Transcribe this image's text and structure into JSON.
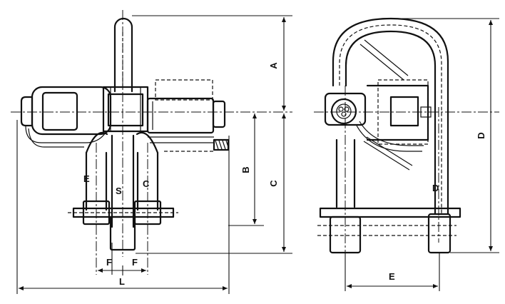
{
  "front_view": {
    "port_labels": {
      "e": "E",
      "s": "S",
      "c": "C"
    },
    "dimension_labels": {
      "a": "A",
      "b": "B",
      "c": "C",
      "f_left": "F",
      "f_right": "F",
      "l": "L"
    }
  },
  "side_view": {
    "port_label": "D",
    "dimension_labels": {
      "d": "D",
      "e": "E"
    }
  }
}
